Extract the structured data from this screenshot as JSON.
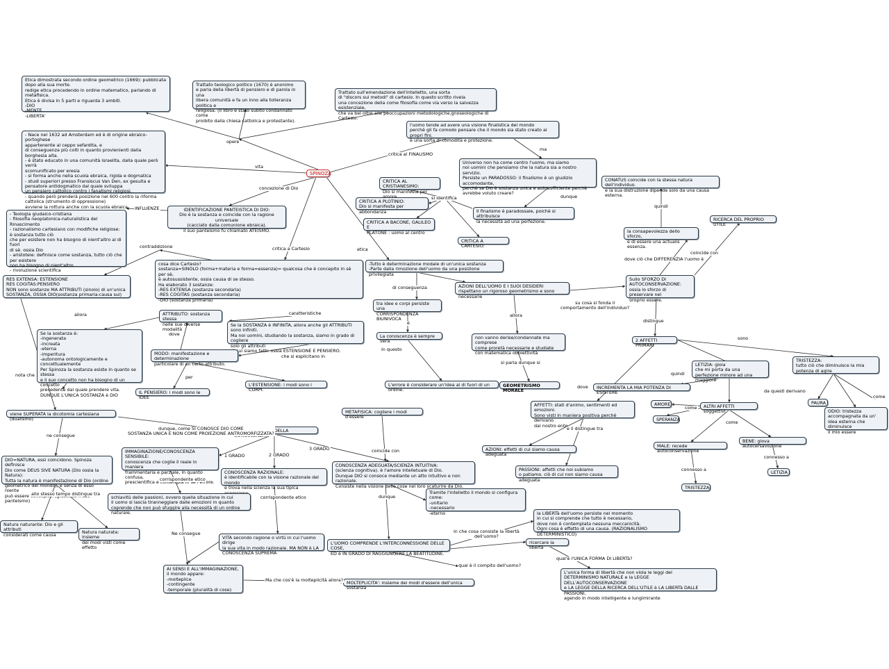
{
  "colors": {
    "node_fill": "#eef2f6",
    "border": "#2d3a46",
    "line": "#2b2b2b",
    "center_text": "#d01515"
  },
  "center": "SPINOZA",
  "nodes": {
    "etica_opera": "Etica dimostrata secondo ordine geometrico (1669): pubblicata dopo alla sua morte.\nredige etica procedendo in ordine matematico, parlando di metafisica.\nEtica è divisa in 5 parti e riguarda 3 ambiti.\n-DIO\n-MENTE\n-LIBERTA'",
    "trattato_teologico": "Trattato teologico politico (1670) è anonimo\ne parla della libertà di pensiero e di parola in una\nlibera comunità e fa un inno alla tolleranza politica e\nreligiosa. (il libro è stato subito condannato come\nproibito dalla chiesa cattolica e protestante).",
    "trattato_emendazione": "Trattato sull'emendazione dell'intelletto, una sorta\ndi \"discors sui metodi\" di cartesio. In questo scritto rivela\nuna concezione della come filosofia come via verso la salvezza esistenziale,\nche va bel oltre alle peoccupazioni metodologiche,gnoseologiche di Cartesio.",
    "vita": "- Nace nel 1632 ad Amsterdam ed è di origine ebraico-portoghese\nappartenente al ceppo sefardita, e\ndi conseguenza più colti in quanto provienienti dalla borghesia alta.\n- è stato educato in una comunità israelita, dalla quale però verrà\nscomunificato per eresia\n- si forma anche nella scuola ebraica, rigida e dogmatica\n- studi superiori presso Fransiscus Van Den, ex gesuita e\npensatore antidogmatico dal quale sviluppa\nun pensiero cattolico contro i fanatismi religiosi.\n- quando però prenderà posizione nel 600 contro la riforma\n cattolica (strumento di oppressione)\navviene la rottura anche con la scuola ebraica.",
    "finalismo": "l'uomo tende ad avere una visione finalistica del mondo\nperchè gli fa comodo pensare che il mondo sia stato creato ai propri fini.\nè una sorta di comodità e protezione.",
    "universo": "Universo non ha come centro l'uomo, ma siamo\nnoi uomini che pensiamo che la natura sia a nostro servizio.\nPersiste un PARADOSSO: il finalismo è un giudizio accomodante,\nperchè se Dio è sostanza unica e autosufficiente perchè\navrebbe voluto creare?",
    "paradossale": "Il finalismo è paradossale, poichè si attribuisce\nla necessità ad una perfezione.",
    "crit_cristianesimo": "CRITICA AL CRISTIANESIMO:\nDio si manifesta per amore",
    "crit_plotino": "CRITICA A PLOTINIO:\nDio si manifesta per abbondanza",
    "crit_bacone": "CRITICA A BACONE, GALILEO E\n PLATONE : uomo al centro",
    "crit_cartesio": "CRITICA A CARTESIO:",
    "conatus": "CONATUS  coincide con la stessa natura dell'individuo.\ne la sua distruzione dipende solo da una causa esterna.",
    "ricerca_utile": "RICERCA DEL PROPRIO UTILE",
    "consapevolezza": "la consapevolezza dello sforzo,\ne di essere una actualis essenza.",
    "sforzo": "Sullo SFORZO DI\nAUTOCONSERVAZIONE:\nossia lo sforzo di preservare nel\nproprio essere.",
    "influenze": "- Teologia giudaico-cristiana\n- filosofia neoplatonica-naturalistica del\nRinascimento\n- razionalismo cartesiano con modifiche religiose:\nè sostanza tutto ciò\nche per esistere non ha bisogno di nient'altro al di fuori\n di sè. ossia Dio\n- aristotele: definisce come sostanza, tutto ciò che\n per esistere\nnon ha bisogno di nient'altro\n- rivoluzione scientifica",
    "panteistica": "IDENTIFICAZIONE PANTEISTICA DI DIO:\nDio è la sostanza e coincide con la ragione universale\n(cacciato dalla comunione ebraica).\nil suo panteismo fu chiamato ATEISMO.",
    "cartesio_dice": "cosa dice Cartesio?\nsostanza=SINOLO (forma+materia e forma=essenza)= qualcosa che è concepito in sè per sè,\nè autosussistente, ossia causa di se stesso.\nHa elaborato 3 sostanze:\n-RES EXTENSA (sostanza secondaria)\n-RES COGITAS (sostanza secondaria)\n-DIO (sostanza primaria)",
    "res_extensa": "RES EXTENSA: ESTENSIONE\nRES COGITAS:PENSIERO\nNON sono sostanze MA ATTRIBUTI (sinolo) di un'unica\nSOSTANZA, OSSIA DIO(sostanza primaria:causa sui)",
    "determinazione": "-Tutto è determinazione modale di un'unica sostanza\n-Parte dalla rimozione dell'uomo da una posizione privilegiata",
    "azioni_uomo": "AZIONI DELL'UOMO E I SUOI DESIDERI\nrispettano un rigoroso geometrismo e sono necessarie",
    "idee_corpi": "tra idee e corpi persiste una\nCORRISPONDENZA BIUNIVOCA",
    "conoscenza_vera": "La conoscenza è sempre vera",
    "errore": "L'errore è considerare un'idea al di fuori di un ordine.",
    "non_vanno": "non vanno derise/condannate ma comprese\ncome proretà necessarie e studiate\ncon matematica obbiettività",
    "geometrismo": "GEOMETRISMO MORALE",
    "attributo": "ATTRIBUTO: sostanza stessa\nnelle sue diverse modalità",
    "sostanza_infinita": "Se la SOSTANZA è INFINITA, allora anche gli ATTRIBUTI sono infiniti.\nMa noi uomini, studiando la sostanza, siamo in grado di cogliere\n solo gli attributi\ndi cui siamo fatti: ossia ESTENSIONE E PENSIERO.",
    "sostanza_e": "Se la sostanza è:\n-ingenerata\n-increata\n-eterna\n-imperitura\n-autonoma ontologicamente e concettualemente\nPer Spinoza la sostanza esiste in quanto se stessa\ne il suo concetto non ha bisogno di un concetto\nprecedente dal quale prendere vita.\nDUNQUE L'UNICA SOSTANZA è DIO",
    "modo": "MODO: manifestazione e determinazione\nparticolare di un certo attributo.",
    "pensiero_modi": "IL PENSIERO: i modi sono le IDEE",
    "estensione_modi": "L'ESTENSIONE: i modi sono i CORPI.",
    "affetti_primari": "2 AFFETTI PRIMARI",
    "letizia": "LETIZIA: gioia\nche mi porta da una\nperfezione minore ad una maggiore",
    "tristezza": "TRISTEZZA:\ntutto ciò che diminuisce la mia\npotenza di agire",
    "incremento": "INCREMENTA LA MIA POTENZA DI ESISTERE",
    "paura": "PAURA",
    "odio": "ODIO: tristezza\naccompagnata da un'\nidea esterna che diminuisce\nil mio essere",
    "amore": "AMORE",
    "speranza": "SPERANZA",
    "altri_affetti": "ALTRI AFFETTI soggettivi",
    "male": "MALE: recede autoconservazione",
    "bene": "BENE: giova autocersavozione",
    "tristezza2": "TRISTEZZA",
    "letizia2": "LETIZIA",
    "affetti_stati": "AFFETTI: stati d'animo, sentimenti ed emozioni.\nSono visti in maniera positiva perchè derivano\ndal nostro ente",
    "azioni_effetti": "AZIONI: effetti di cui siamo causa adeguata",
    "passioni": "PASSIONI: affetti che noi subiamo\no patiamo. ciò di cui non siamo causa adeguata",
    "dicotomia": "viene SUPERATA la dicotomia cartesiana (dualismo)",
    "metafisica": "METAFISICA: cogliere i modi d'essere",
    "tre_gradi": "CI SONO 3 GRADI DELLA CONOSCENZA:",
    "dio_natura": "DIO=NATURA, essi coincidono. Spinoza definisce\nDio come DEUS SIVE NATURA (Dio ossia la Natura):\nTutta la natura è manifestazione di Dio (ordine\ngeometrico del mondo), e senza di esso niente\npuò essere concepito. (giustifica il suo panteismo)",
    "immaginazione": "IMMAGINAZIONE/CONOSCENZA SENSIBILE:\nconoscenza che coglie il reale in maniera\nframmentaria e parziale, in quanto confusa,\nprescientifica e contempla in sè l'errore.",
    "razionale": "CONOSCENZA RAZIONALE:\nè identificabile con la visione razionale del mondo\ne trova nella scienza la sua tipica espresione.",
    "intuitiva": "CONOSCENZA ADEGUATA/SCIENZA INTUITIVA:\n(scienza cognitiva). è l'amore intelletuale di Dio.\nDunque DIO si consoce mediante un atto intuitivo e non razionale.\nConsiste nella visione delle cose nel loro scaturire da Dio.",
    "intelletto": "Tramite l'intelletto il mondo si configura come:\n-unitario\n-necessario\n-eterno",
    "naturante": "Natura naturante: Dio e gli attributi\nconsiderati come causa",
    "naturata": "Natura naturata: insieme\ndei modi visti come effetto",
    "schiavitu": "schiavitù delle passioni, ovvero quella situazione in cui\nil uomo si lascia tiranneggiare dalle emozioni in quanto\ncoprende che non può sfuggire alla necessità di un ordine naturale.",
    "vita_ragione": "VITA secondo ragione o virtù in cui l'uomo dirige\nla sua vita in modo razionale. MA NON è LA\nCONOSCENZA SUPREMA",
    "uomo_comprende": "L'UOMO COMPRENDE L'INTERCONNESSIONE DELLE COSE,\nED è IN GRADO DI RAGGIUNGERE LA BEATITUDINE.",
    "liberta_uomo": "la LIBERTà dell'uomo persiste nel momento\nin cui si comprende che tutto è necessario,\ndove non è contemplata nessuna meccanicità.\nOgni cosa è effetto di una causa. (RAZIONALISMO DETERMINISTICO)",
    "ricercare_liberta": "ricercare la libertà",
    "unica_liberta": "L'unica forma di libertà che non viola le leggi del\nDETERMINISMO NATURALE e la LEGGE DELL'AUTOCONSERVAZIONE\ne LA LEGGE DELLA RICERCA DELL'UTILE è LA LIBERTà DALLE PASSIONI,\nagendo in modo intelligente e lungimirante",
    "sensi": "AI SENSI E ALL'IMMAGINAZIONE,\nil mondo appare:\n-molteplice\n-contingente\n-temporale (pluralità di cose)",
    "molteplicita": "MOLTEPLICITA': insieme dei modi d'essere dell'unica sostanza"
  },
  "labels": {
    "opere": "opere",
    "vita": "vita",
    "critica_finalismo": "critica al FINALISMO",
    "ma": "ma",
    "dunque1": "dunque",
    "si_identifica": "si identifica",
    "concezione_dio": "concezione di Dio",
    "influenze": "INFLUENZE",
    "contraddizione": "contraddizione",
    "critica_cartesio": "critica a Cartesio",
    "etica": "etica",
    "quindi1": "quindi",
    "coincide_con": "coincide con",
    "dove_differenzia": "dove ciò che DIFFERENZIA l'uomo è",
    "di_conseguenza": "di conseguenza",
    "su_cosa": "su cosa si fonda il\ncomportamento dell'individuo?",
    "distingue": "distingue",
    "allora1": "allora",
    "caratteristiche": "caratteristiche",
    "allora2": "allora",
    "dove1": "dove",
    "e": "è",
    "in_questo": "in questo",
    "che_si_esplicitano": "che si esplicitano in",
    "per": "per",
    "sono": "sono",
    "si_parla": "si parla dunque si",
    "nota_che": "nota che",
    "quindi2": "quindi",
    "da_questi": "da questi derivano",
    "come1": "come",
    "dove2": "dove",
    "come2": "come",
    "come3": "come",
    "e_li_distingue": "e li distingue tra",
    "connesso1": "connesso a",
    "connesso2": "connesso a",
    "ne_consegue1": "ne consegue",
    "dunque_come": "dunque, come SI CONOSCE DIO COME\nSOSTANZA UNICA E NON COME PROIEZIONE ANTROMORFIZZATA?",
    "coincide_con2": "coincide con",
    "grado1": "1 GRADO",
    "grado2": "2 GRADO",
    "grado3": "3 GRADO",
    "corrispondente1": "corrispondente etico",
    "corrispondente2": "corrispondente etico",
    "allo_stesso": "allo stesso tempo distingue tra",
    "dunque2": "dunque",
    "ne_consegue2": "Ne consegue",
    "in_che_cosa": "in che cosa consiste la libertà\ndell'uomo?",
    "quale_compito": "qual è il compito dell'uomo?",
    "unica_forma": "qual'è l'UNICA FORMA DI LIBERTà?",
    "ma_molteplicita": "Ma che cos'è la molteplicità allora?"
  }
}
